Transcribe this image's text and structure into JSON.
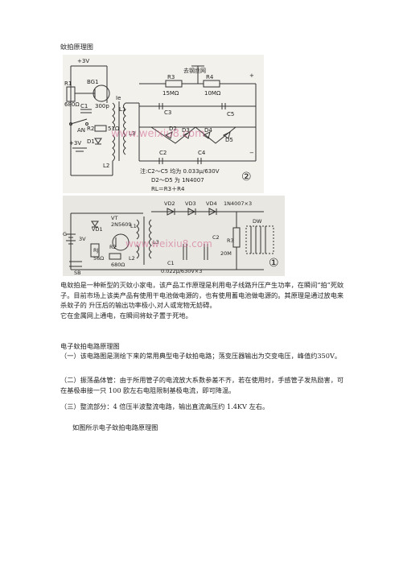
{
  "title1": "蚊拍原理图",
  "fig1": {
    "labels": {
      "v_top": "+3V",
      "v_mid": "+3V",
      "r1": "R1",
      "r1v": "680Ω",
      "bg1": "BG1",
      "c1": "C1",
      "c1v": "300p",
      "an": "AN",
      "r2": "R2",
      "r2v": "51Ω",
      "d1": "D1",
      "l1": "L1",
      "l2": "L2",
      "l3": "L3",
      "ie": "Ie",
      "net": "去钢丝网",
      "r3": "R3",
      "r3v": "15MΩ",
      "r4": "R4",
      "r4v": "10MΩ",
      "c2": "C2",
      "c3": "C3",
      "c4": "C4",
      "c5": "C5",
      "d2": "D2",
      "d3": "D3",
      "d4": "D4",
      "d5": "D5",
      "plus": "+",
      "minus": "−",
      "note1": "注:C2～C5 均为 0.033μ/630V",
      "note2": "D2～D5 为 1N4007",
      "note3": "RL＝R3＋R4",
      "num": "②"
    },
    "watermark": "www.weixiu8.com"
  },
  "fig2": {
    "labels": {
      "vd1": "VD1",
      "vt": "VT",
      "vt_part": "2N5609",
      "g": "G",
      "gv": "3V",
      "rj": "RJ",
      "rjv": "56Ω",
      "sb": "SB",
      "r2": "R2",
      "r2v": "680Ω",
      "l1": "L1",
      "l2": "L2",
      "l3": "L3",
      "vd2": "VD2",
      "vd3": "VD3",
      "vd4": "VD4",
      "vd_part": "1N4007×3",
      "c1": "C1",
      "c1v": "0.022μ/630V×3",
      "c2": "C2",
      "r3": "R3",
      "r3v": "20M",
      "dw": "DW",
      "num": "①"
    },
    "watermark": "www.weixiu8.com"
  },
  "para1": "电蚊拍是一种新型的灭蚊小家电，该产品工作原理是利用电子线路升压产生功率，在瞬间“拍”死蚊子。目前市场上该类产品有使用干电池做电源的，也有使用蓄电池做电源的。其原理是通过放电来杀蚊子的  升压后的输出功率极小,对人或宠物无妨碍。",
  "para2": "它在金属网上通电，在瞬间将蚊子置于死地。",
  "title2": "电子蚊拍电路原理图",
  "item1": "（一）该电路图是测绘下来的常用典型电子蚊拍电路；荡变压器输出为交变电压，峰值约350V。",
  "item2": "（二）振荡晶体管：由于所用管子的电流放大系数参差不齐，若在使用时，手感管子发热励害，可在基极串接一只 100 欧左右电阻限制基极电流，即可降温。",
  "item3": "（三）整流部分：4 倍压半波整流电路，输出直流高压约 1.4KV 左右。",
  "caption": "如图所示电子蚊拍电路原理图"
}
